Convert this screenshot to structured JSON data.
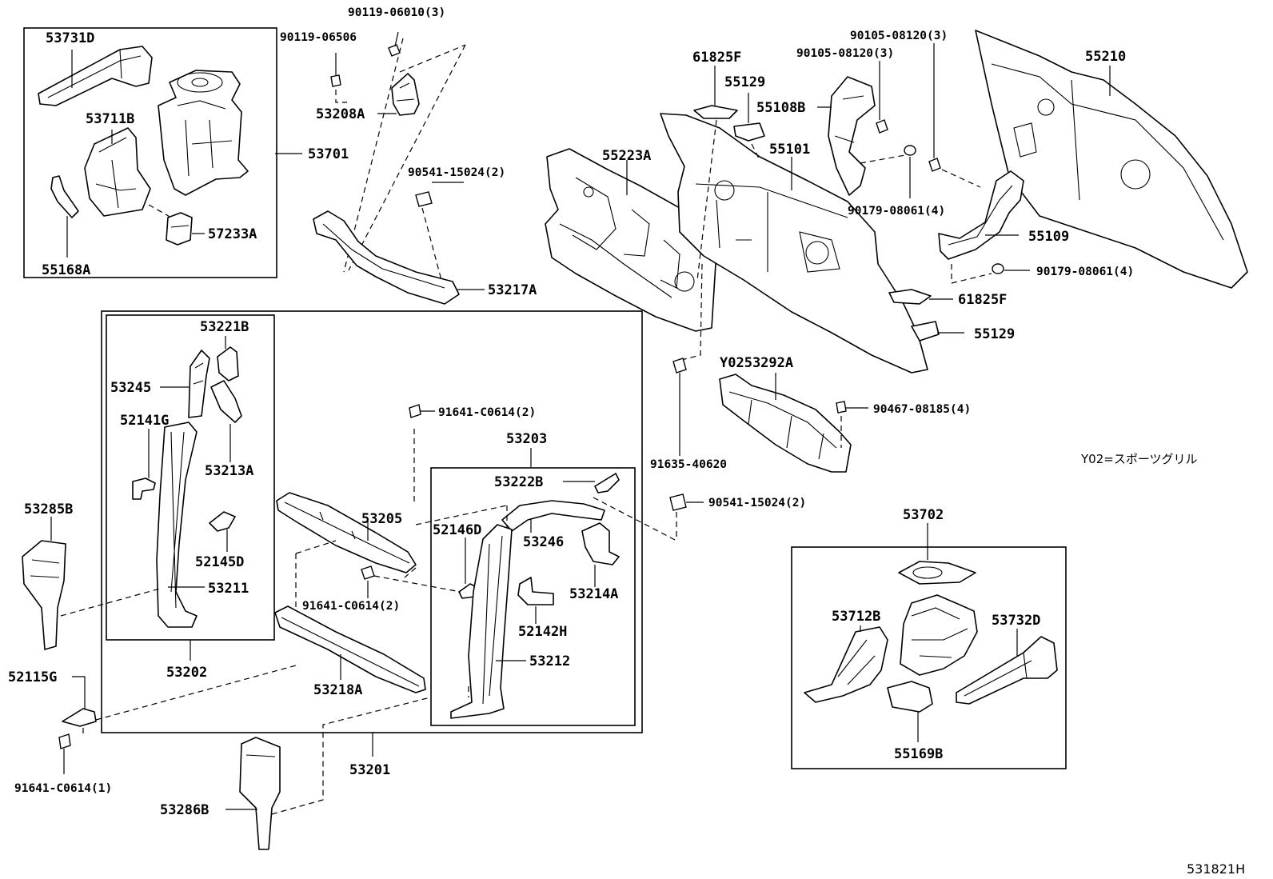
{
  "labels": {
    "p53731D": "53731D",
    "p53711B": "53711B",
    "p53701": "53701",
    "p57233A": "57233A",
    "p55168A": "55168A",
    "p90119_06010": "90119-06010(3)",
    "p90119_06506": "90119-06506",
    "p53208A": "53208A",
    "p90541_15024_top": "90541-15024(2)",
    "p53217A": "53217A",
    "p61825F_top": "61825F",
    "p55129_top": "55129",
    "p55108B": "55108B",
    "p55223A": "55223A",
    "p55101": "55101",
    "p90105_08120_a": "90105-08120(3)",
    "p90105_08120_b": "90105-08120(3)",
    "p90179_08061_a": "90179-08061(4)",
    "p55210": "55210",
    "p55109": "55109",
    "p90179_08061_b": "90179-08061(4)",
    "p61825F_bot": "61825F",
    "p55129_bot": "55129",
    "pY0253292A": "Y0253292A",
    "p90467_08185": "90467-08185(4)",
    "p91635_40620": "91635-40620",
    "p90541_15024_mid": "90541-15024(2)",
    "p53221B": "53221B",
    "p53245": "53245",
    "p52141G": "52141G",
    "p53213A": "53213A",
    "p52145D": "52145D",
    "p53211": "53211",
    "p53202": "53202",
    "p53285B": "53285B",
    "p52115G": "52115G",
    "p91641_C0614_1": "91641-C0614(1)",
    "p91641_C0614_top": "91641-C0614(2)",
    "p53205": "53205",
    "p91641_C0614_mid": "91641-C0614(2)",
    "p53218A": "53218A",
    "p53201": "53201",
    "p53286B": "53286B",
    "p53203": "53203",
    "p53222B": "53222B",
    "p52146D": "52146D",
    "p53246": "53246",
    "p53214A": "53214A",
    "p52142H": "52142H",
    "p53212": "53212",
    "p53702": "53702",
    "p53712B": "53712B",
    "p53732D": "53732D",
    "p55169B": "55169B"
  },
  "note": "Y02=スポーツグリル",
  "diagram_ref": "531821H"
}
